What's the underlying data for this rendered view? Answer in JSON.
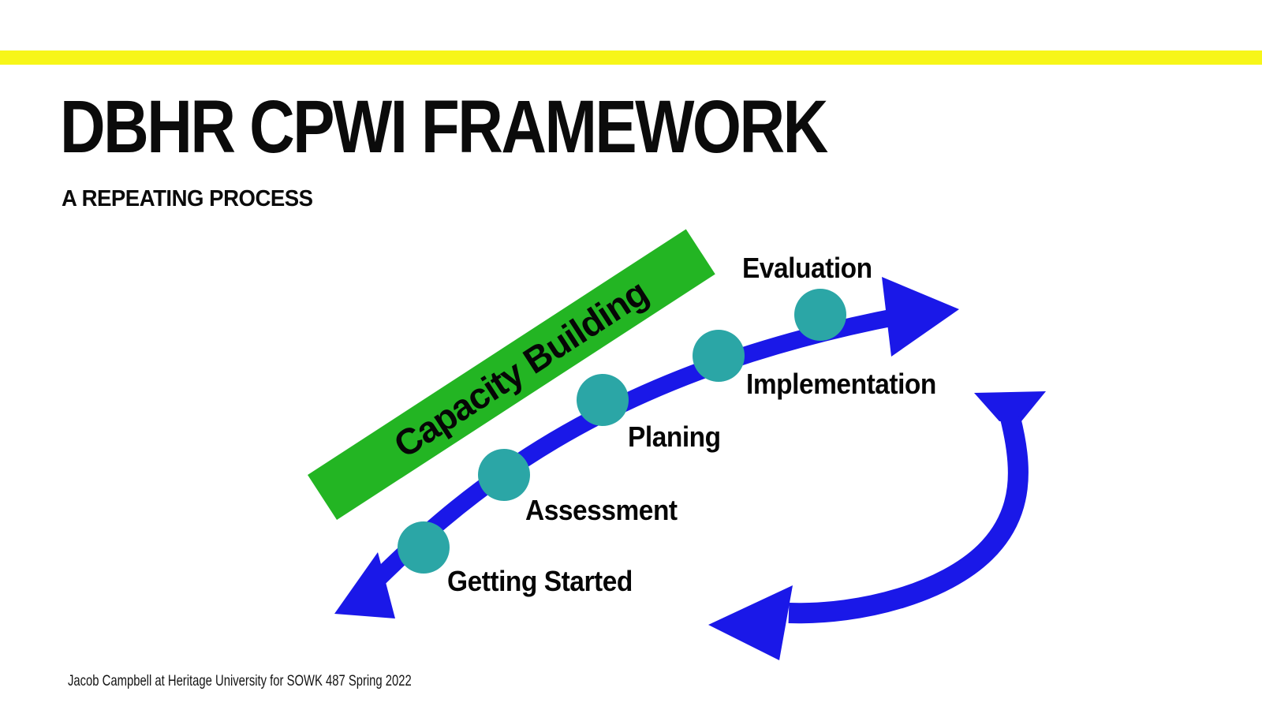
{
  "page": {
    "background_color": "#ffffff",
    "accent_bar_color": "#f7f619"
  },
  "header": {
    "title": "DBHR CPWI FRAMEWORK",
    "subtitle": "A REPEATING PROCESS"
  },
  "diagram": {
    "banner": {
      "label": "Capacity Building",
      "color": "#23b523"
    },
    "arrow_color": "#1a18e8",
    "node_color": "#2ba6a6",
    "stages": [
      {
        "label": "Getting Started"
      },
      {
        "label": "Assessment"
      },
      {
        "label": "Planing"
      },
      {
        "label": "Implementation"
      },
      {
        "label": "Evaluation"
      }
    ]
  },
  "footer": {
    "credit": "Jacob Campbell at Heritage University for SOWK 487 Spring 2022"
  }
}
